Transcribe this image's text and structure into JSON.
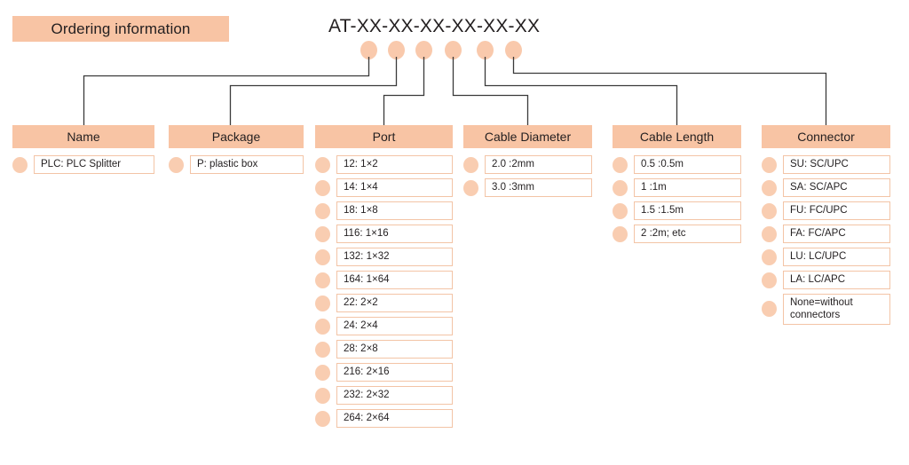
{
  "title": "Ordering information",
  "part_number": "AT-XX-XX-XX-XX-XX-XX",
  "colors": {
    "header_bar": "#F8C4A4",
    "bullet": "#F9CDB1",
    "item_border": "#F3C4A6",
    "line": "#3a3a3a",
    "text": "#231f20"
  },
  "columns": [
    {
      "header": "Name",
      "items": [
        "PLC: PLC Splitter"
      ]
    },
    {
      "header": "Package",
      "items": [
        "P: plastic box"
      ]
    },
    {
      "header": "Port",
      "items": [
        "12: 1×2",
        "14: 1×4",
        "18: 1×8",
        "116: 1×16",
        "132: 1×32",
        "164: 1×64",
        "22: 2×2",
        "24: 2×4",
        "28: 2×8",
        "216: 2×16",
        "232: 2×32",
        "264: 2×64"
      ]
    },
    {
      "header": "Cable Diameter",
      "items": [
        "2.0 :2mm",
        "3.0 :3mm"
      ]
    },
    {
      "header": "Cable Length",
      "items": [
        "0.5 :0.5m",
        "1 :1m",
        "1.5 :1.5m",
        "2 :2m; etc"
      ]
    },
    {
      "header": "Connector",
      "items": [
        "SU: SC/UPC",
        "SA: SC/APC",
        "FU: FC/UPC",
        "FA: FC/APC",
        "LU: LC/UPC",
        "LA: LC/APC",
        "None=without\nconnectors"
      ]
    }
  ]
}
